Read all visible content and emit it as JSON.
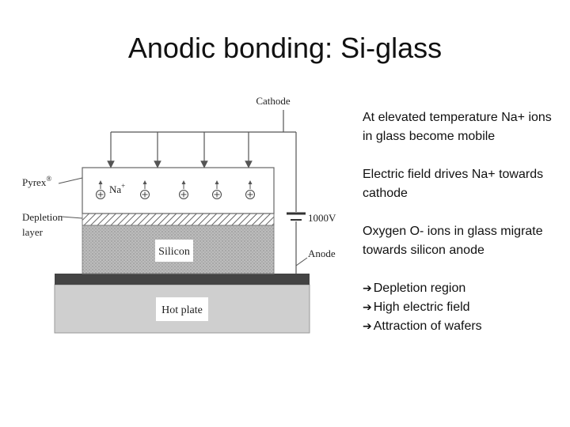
{
  "slide": {
    "title": "Anodic bonding: Si-glass",
    "paragraphs": [
      "At elevated temperature Na+ ions in glass become mobile",
      "Electric field drives Na+ towards cathode",
      "Oxygen O- ions in glass migrate towards silicon anode"
    ],
    "arrow_items": [
      "Depletion region",
      "High electric field",
      "Attraction of wafers"
    ],
    "arrow_icon": "right-arrow-icon"
  },
  "diagram": {
    "cathode": "Cathode",
    "pyrex": "Pyrex",
    "pyrex_mark": "®",
    "ion": "Na",
    "ion_charge": "+",
    "depletion_line1": "Depletion",
    "depletion_line2": "layer",
    "voltage": "1000V",
    "anode": "Anode",
    "silicon": "Silicon",
    "hot_plate": "Hot plate",
    "colors": {
      "pyrex_fill": "#ffffff",
      "silicon_fill": "#bdbdbd",
      "plate_fill": "#444444",
      "hotplate_fill": "#cfcfcf",
      "line": "#555555"
    }
  }
}
